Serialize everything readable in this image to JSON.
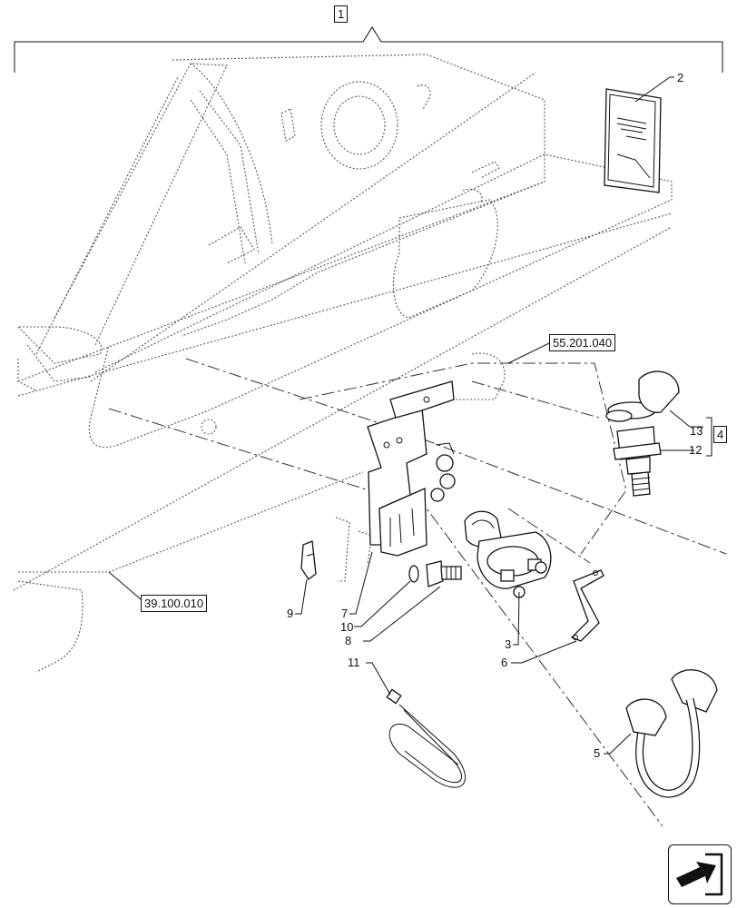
{
  "callouts": {
    "1": "1",
    "2": "2",
    "3": "3",
    "4": "4",
    "5": "5",
    "6": "6",
    "7": "7",
    "8": "8",
    "9": "9",
    "10": "10",
    "11": "11",
    "12": "12",
    "13": "13"
  },
  "references": {
    "ref_a": "55.201.040",
    "ref_b": "39.100.010"
  },
  "icons": {
    "navigation": "arrow-into-box-icon",
    "label_sticker": "decal-label-icon"
  }
}
